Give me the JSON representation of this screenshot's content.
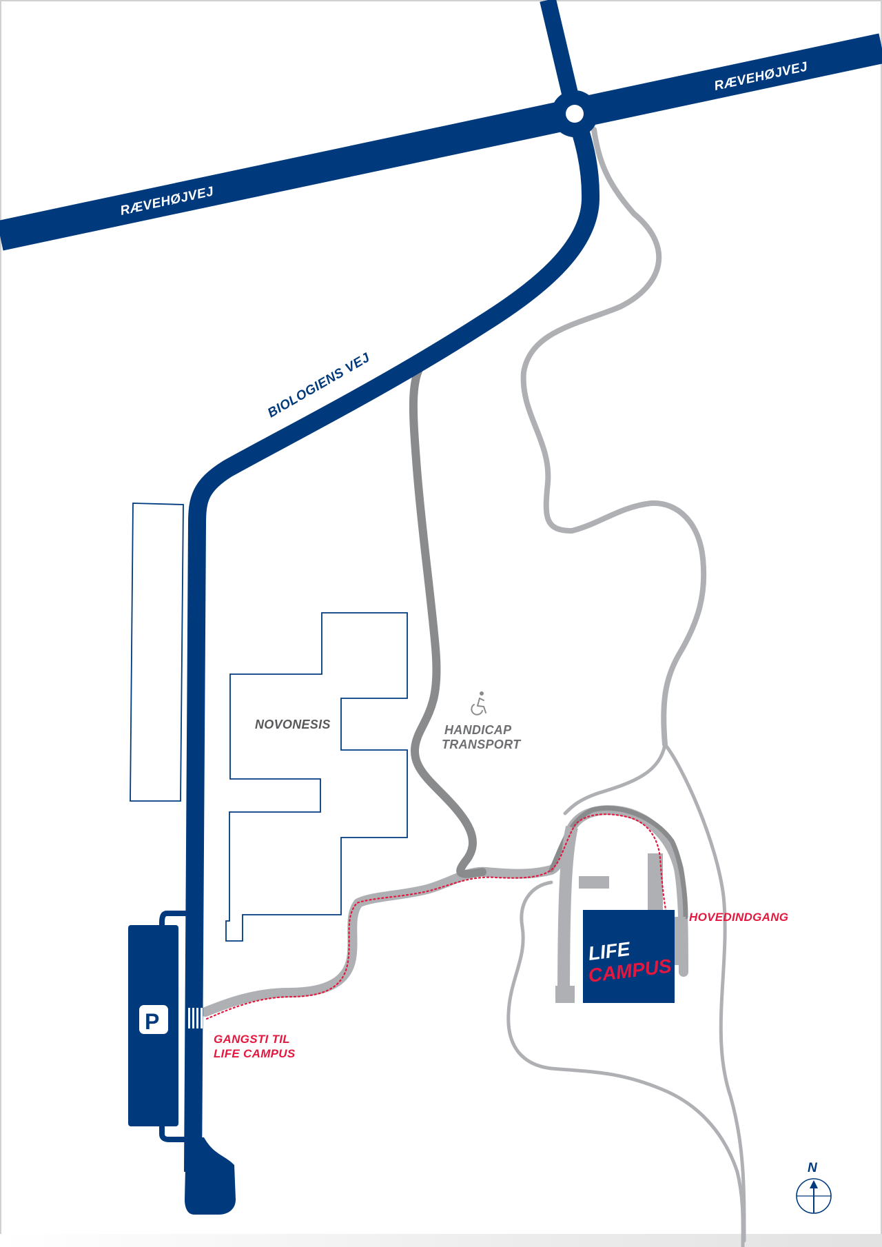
{
  "colors": {
    "road_blue": "#003a7d",
    "path_gray": "#aeb0b3",
    "handicap_gray": "#8a8b8d",
    "accent_red": "#e4173e",
    "white": "#ffffff"
  },
  "roads": {
    "raevehojvej_west": "RÆVEHØJVEJ",
    "raevehojvej_east": "RÆVEHØJVEJ",
    "biologiens_vej": "BIOLOGIENS VEJ"
  },
  "buildings": {
    "novonesis": "NOVONESIS",
    "life_campus_logo": {
      "line1": "LIFE",
      "line2": "CAMPUS"
    }
  },
  "labels": {
    "handicap_line1": "HANDICAP",
    "handicap_line2": "TRANSPORT",
    "main_entrance": "HOVEDINDGANG",
    "footpath_line1": "GANGSTI TIL",
    "footpath_line2": "LIFE CAMPUS",
    "parking": "P"
  },
  "icons": {
    "wheelchair": "wheelchair-icon",
    "parking": "parking-icon",
    "north_arrow": "north-arrow-icon"
  },
  "compass": {
    "label": "N"
  }
}
